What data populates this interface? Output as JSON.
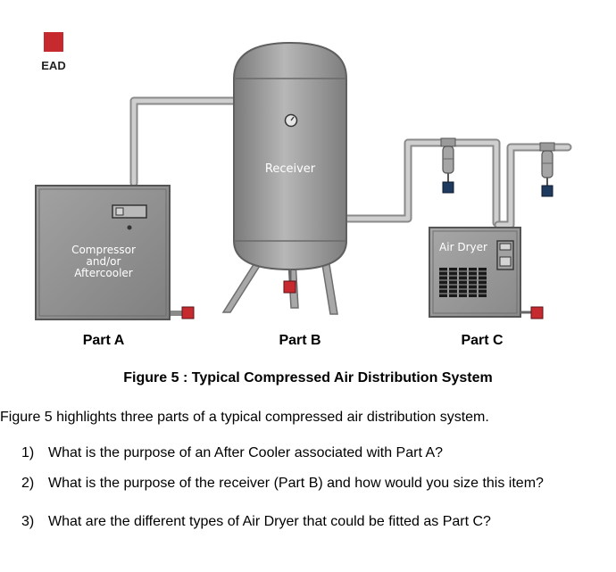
{
  "legend": {
    "code": "EAD",
    "swatch_color": "#c62a2f"
  },
  "diagram": {
    "compressor_label": [
      "Compressor",
      "and/or",
      "Aftercooler"
    ],
    "receiver_label": "Receiver",
    "dryer_label": "Air Dryer",
    "colors": {
      "cabinet": "#8e8e8e",
      "tank": "#999999",
      "pipe": "#bdbdbd",
      "drain_red": "#c62a2f",
      "filter_navy": "#1e3a5f"
    }
  },
  "parts": [
    {
      "label": "Part A"
    },
    {
      "label": "Part B"
    },
    {
      "label": "Part C"
    }
  ],
  "caption": "Figure 5 : Typical Compressed Air Distribution System",
  "intro": "Figure 5 highlights three parts of a typical compressed air distribution system.",
  "questions": [
    {
      "num": "1)",
      "text": "What is the purpose of an After Cooler associated with Part A?"
    },
    {
      "num": "2)",
      "text": "What is the purpose of the receiver (Part B) and how would you size this item?"
    },
    {
      "num": "3)",
      "text": "What are the different types of Air Dryer that could be fitted as Part C?"
    }
  ]
}
